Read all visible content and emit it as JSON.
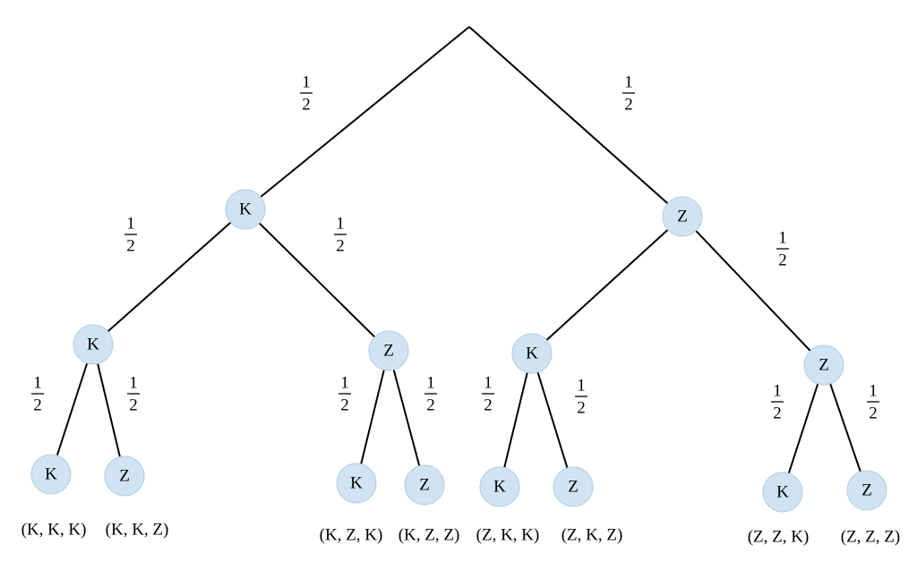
{
  "probability": {
    "numerator": "1",
    "denominator": "2"
  },
  "colors": {
    "node_fill": "#cfe3f2",
    "node_stroke": "#b4cde0",
    "edge": "#000000"
  },
  "nodes": [
    {
      "id": "L1",
      "label": "K"
    },
    {
      "id": "R1",
      "label": "Z"
    },
    {
      "id": "LL",
      "label": "K"
    },
    {
      "id": "LR",
      "label": "Z"
    },
    {
      "id": "RL",
      "label": "K"
    },
    {
      "id": "RR",
      "label": "Z"
    },
    {
      "id": "LLL",
      "label": "K"
    },
    {
      "id": "LLR",
      "label": "Z"
    },
    {
      "id": "LRL",
      "label": "K"
    },
    {
      "id": "LRR",
      "label": "Z"
    },
    {
      "id": "RLL",
      "label": "K"
    },
    {
      "id": "RLR",
      "label": "Z"
    },
    {
      "id": "RRL",
      "label": "K"
    },
    {
      "id": "RRR",
      "label": "Z"
    }
  ],
  "outcomes": [
    "(K, K, K)",
    "(K, K, Z)",
    "(K, Z, K)",
    "(K, Z, Z)",
    "(Z, K, K)",
    "(Z, K, Z)",
    "(Z, Z, K)",
    "(Z, Z, Z)"
  ]
}
